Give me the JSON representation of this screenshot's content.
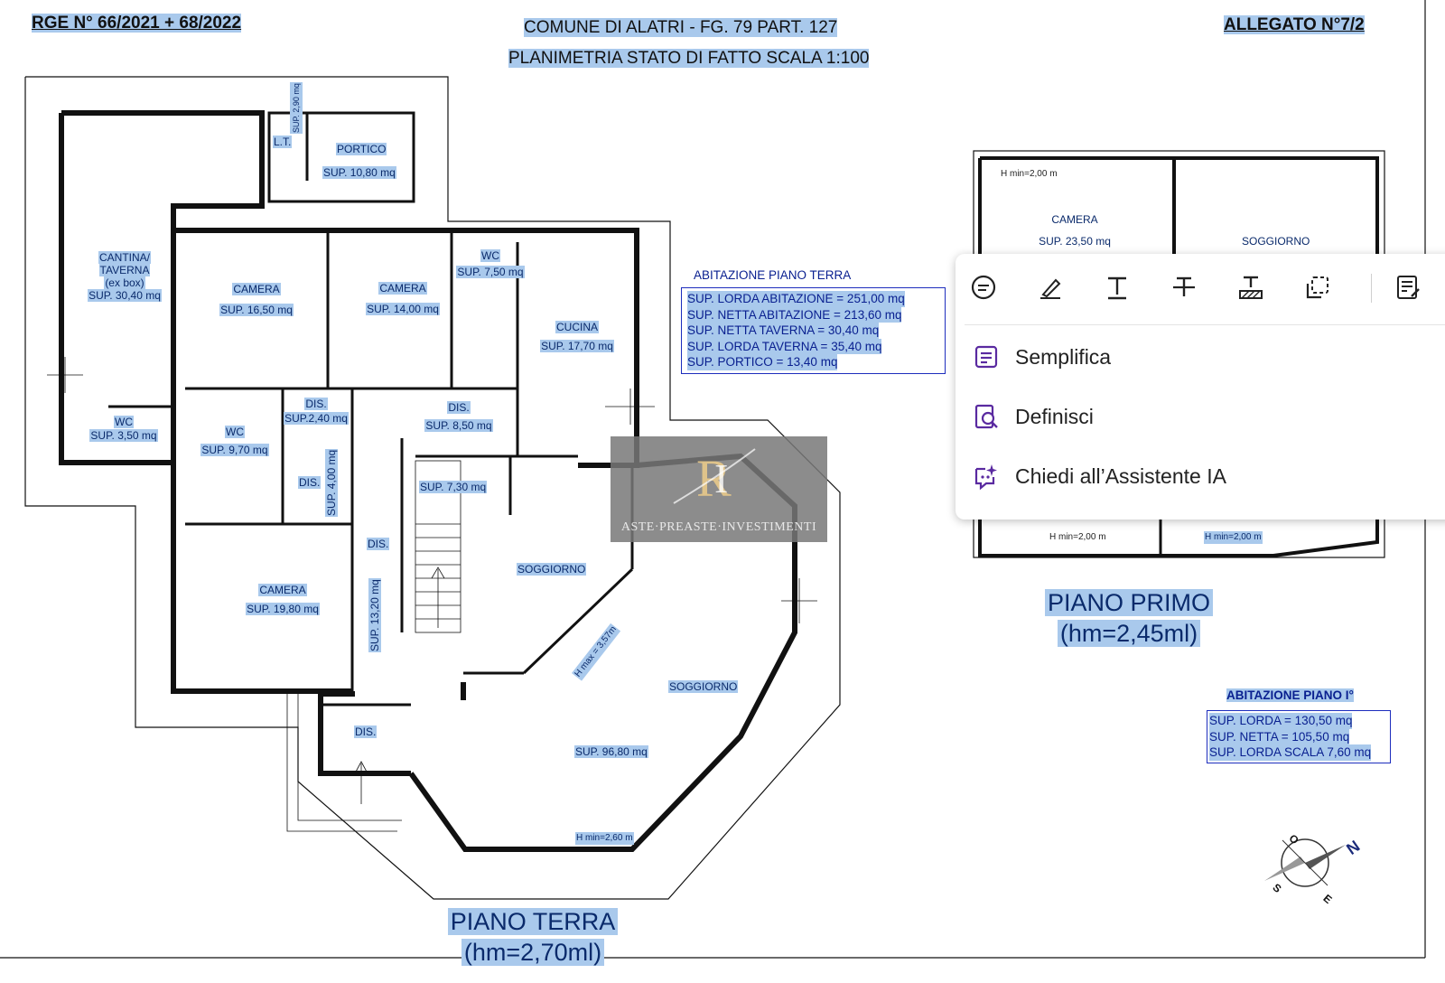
{
  "header": {
    "rge": "RGE N° 66/2021 + 68/2022",
    "comune": "COMUNE DI ALATRI - FG. 79  PART. 127",
    "planimetria": "PLANIMETRIA STATO DI FATTO SCALA 1:100",
    "allegato": "ALLEGATO N°7/2"
  },
  "ground_floor": {
    "rooms": {
      "lt": "L.T.",
      "lt_sup": "SUP. 2,90 mq",
      "portico": "PORTICO",
      "portico_sup": "SUP. 10,80 mq",
      "cantina_1": "CANTINA/",
      "cantina_2": "TAVERNA",
      "cantina_3": "(ex box)",
      "cantina_sup": "SUP. 30,40 mq",
      "camera1": "CAMERA",
      "camera1_sup": "SUP. 16,50 mq",
      "camera2": "CAMERA",
      "camera2_sup": "SUP. 14,00 mq",
      "wc_top": "WC",
      "wc_top_sup": "SUP. 7,50 mq",
      "cucina": "CUCINA",
      "cucina_sup": "SUP. 17,70 mq",
      "dis1": "DIS.",
      "dis1_sup": "SUP.2,40 mq",
      "dis2": "DIS.",
      "dis2_sup": "SUP. 8,50 mq",
      "wc_left": "WC",
      "wc_left_sup": "SUP. 3,50 mq",
      "wc_mid": "WC",
      "wc_mid_sup": "SUP. 9,70 mq",
      "dis3": "DIS.",
      "dis3_sup": "SUP. 4,00 mq",
      "stair_sup": "SUP. 7,30 mq",
      "dis4": "DIS.",
      "dis4_sup": "SUP. 13,20 mq",
      "camera3": "CAMERA",
      "camera3_sup": "SUP. 19,80 mq",
      "soggiorno1": "SOGGIORNO",
      "hmax": "H max = 3,57m",
      "soggiorno2": "SOGGIORNO",
      "soggiorno_sup": "SUP. 96,80 mq",
      "hmin": "H min=2,60 m",
      "dis5": "DIS."
    },
    "summary_title": "ABITAZIONE PIANO TERRA",
    "summary": [
      "SUP. LORDA ABITAZIONE = 251,00 mq",
      "SUP. NETTA ABITAZIONE =   213,60 mq",
      "SUP. NETTA TAVERNA = 30,40 mq",
      "SUP. LORDA TAVERNA = 35,40 mq",
      "SUP. PORTICO = 13,40 mq"
    ],
    "title": "PIANO TERRA",
    "height": "(hm=2,70ml)"
  },
  "first_floor": {
    "hmin_top": "H min=2,00 m",
    "camera": "CAMERA",
    "camera_sup": "SUP. 23,50 mq",
    "soggiorno": "SOGGIORNO",
    "hmin_bottom_left": "H min=2,00 m",
    "hmin_bottom_right": "H min=2,00 m",
    "title": "PIANO PRIMO",
    "height": "(hm=2,45ml)",
    "summary_title": "ABITAZIONE PIANO I°",
    "summary": [
      "SUP. LORDA = 130,50 mq",
      "SUP. NETTA =    105,50 mq",
      "SUP. LORDA SCALA 7,60 mq"
    ]
  },
  "compass": {
    "o": "O",
    "n": "N",
    "s": "S",
    "e": "E"
  },
  "watermark": {
    "text": "ASTE·PREASTE·INVESTIMENTI"
  },
  "popup": {
    "toolbar": [
      {
        "name": "comment-icon"
      },
      {
        "name": "highlighter-icon"
      },
      {
        "name": "text-icon"
      },
      {
        "name": "strikethrough-icon"
      },
      {
        "name": "underline-icon"
      },
      {
        "name": "selection-icon"
      },
      {
        "name": "notes-icon"
      }
    ],
    "menu": [
      {
        "label": "Semplifica",
        "icon": "simplify-icon"
      },
      {
        "label": "Definisci",
        "icon": "define-icon"
      },
      {
        "label": "Chiedi all’Assistente IA",
        "icon": "ai-assistant-icon"
      }
    ],
    "accent_color": "#5a2aa0"
  }
}
